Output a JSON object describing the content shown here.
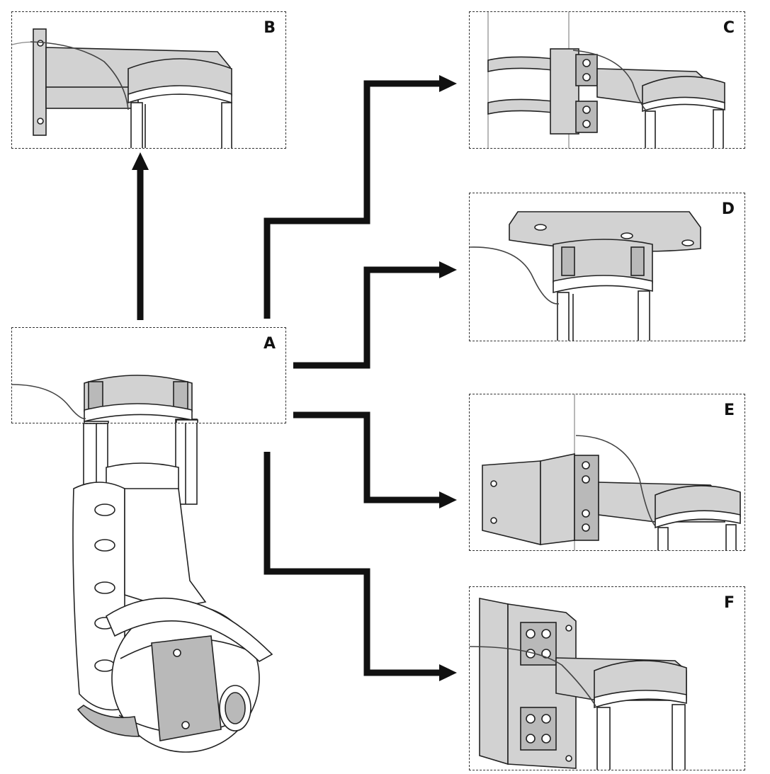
{
  "panels": {
    "A": "A",
    "B": "B",
    "C": "C",
    "D": "D",
    "E": "E",
    "F": "F"
  },
  "icons": {
    "main": "ptz-dome-camera-with-mounting-adapter",
    "B": "wall-bracket-icon",
    "C": "pole-mount-bracket-icon",
    "D": "ceiling-mount-plate-icon",
    "E": "corner-mount-bracket-icon",
    "F": "wall-plate-bracket-icon"
  },
  "colors": {
    "line": "#222222",
    "fill": "#d2d2d2",
    "arrow": "#111111"
  }
}
